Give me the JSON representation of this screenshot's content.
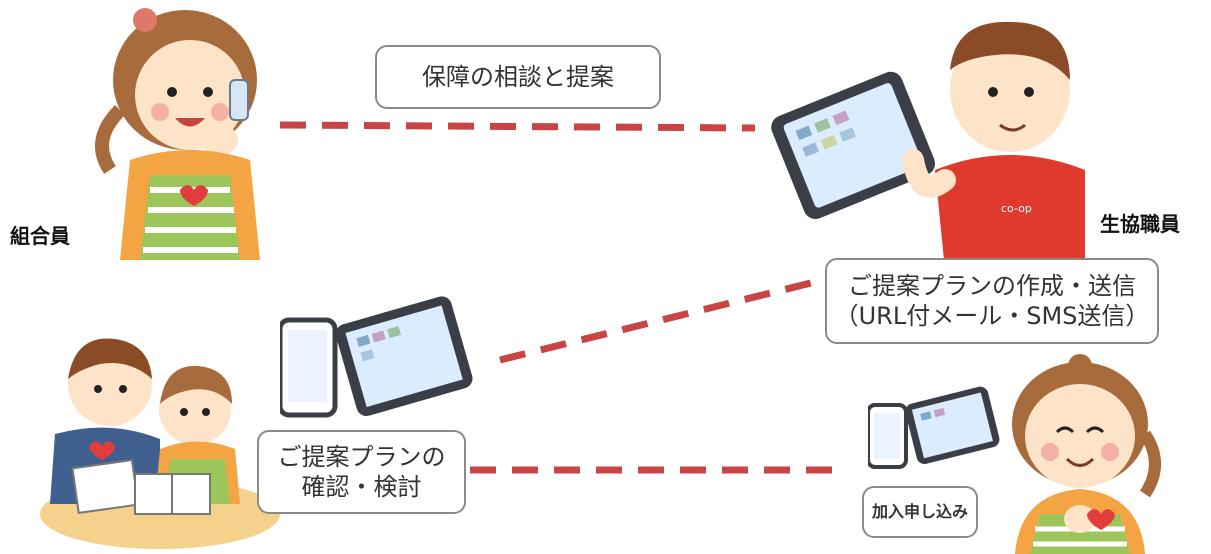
{
  "roles": {
    "member": "組合員",
    "staff": "生協職員"
  },
  "steps": {
    "consult": "保障の相談と提案",
    "create_line1": "ご提案プランの作成・送信",
    "create_line2": "（URL付メール・SMS送信）",
    "review_line1": "ご提案プランの",
    "review_line2": "確認・検討",
    "apply": "加入申し込み"
  },
  "shirt_logo": "co-op",
  "colors": {
    "dash": "#c94444",
    "shirt": "#e03a2f",
    "apron": "#9cc55a",
    "tablet_frame": "#3a3f47",
    "tablet_screen": "#dcecff"
  }
}
